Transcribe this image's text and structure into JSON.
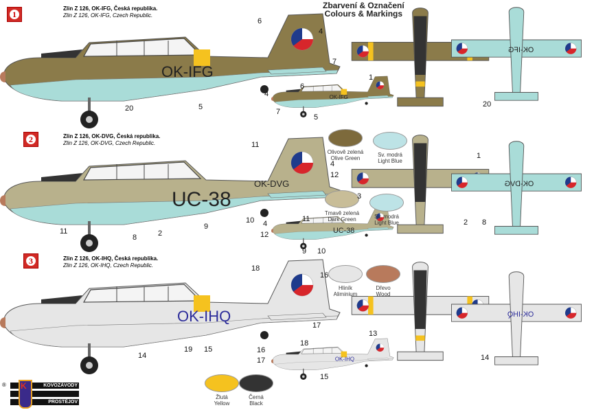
{
  "title": {
    "cz": "Zbarvení & Označení",
    "en": "Colours & Markings"
  },
  "profiles": [
    {
      "number": "1",
      "title_cz": "Zlin Z 126, OK-IFG, Česká republika.",
      "title_en": "Zlin Z 126, OK-IFG, Czech Republic.",
      "registration": "OK-IFG",
      "upper_color": "#8b7b4a",
      "lower_color": "#a9dcd8",
      "band_color": "#f5c21f",
      "callouts": [
        "6",
        "4",
        "7",
        "5",
        "20",
        "1",
        "20",
        "6",
        "4",
        "7",
        "5"
      ]
    },
    {
      "number": "2",
      "title_cz": "Zlin Z 126, OK-DVG, Česká republika.",
      "title_en": "Zlin Z 126, OK-DVG, Czech Republic.",
      "registration": "OK-DVG",
      "military_code": "UC-38",
      "upper_color": "#b8b18c",
      "lower_color": "#a9dcd8",
      "callouts": [
        "11",
        "4",
        "12",
        "3",
        "1",
        "2",
        "8",
        "9",
        "10",
        "11",
        "2",
        "8",
        "11",
        "4",
        "12",
        "9",
        "10"
      ]
    },
    {
      "number": "3",
      "title_cz": "Zlin Z 126, OK-IHQ, Česká republika.",
      "title_en": "Zlin Z 126, OK-IHQ, Czech Republic.",
      "registration": "OK-IHQ",
      "upper_color": "#e6e6e6",
      "lower_color": "#e6e6e6",
      "band_color": "#f5c21f",
      "callouts": [
        "18",
        "16",
        "17",
        "19",
        "15",
        "14",
        "13",
        "14",
        "18",
        "16",
        "17",
        "15"
      ]
    }
  ],
  "colours": [
    {
      "cz": "Olivově zelená",
      "en": "Olive Green",
      "hex": "#7d6a3c"
    },
    {
      "cz": "Sv. modrá",
      "en": "Light Blue",
      "hex": "#bde3e6"
    },
    {
      "cz": "Tmavě zelená",
      "en": "Dark Green",
      "hex": "#c8bd98"
    },
    {
      "cz": "Sv. modrá",
      "en": "Light Blue",
      "hex": "#bde3e6"
    },
    {
      "cz": "Hliník",
      "en": "Aliminium",
      "hex": "#e6e6e6"
    },
    {
      "cz": "Dřevo",
      "en": "Wood",
      "hex": "#b87a5c"
    },
    {
      "cz": "Žlutá",
      "en": "Yellow",
      "hex": "#f5c21f"
    },
    {
      "cz": "Černá",
      "en": "Black",
      "hex": "#333333"
    }
  ],
  "logo": {
    "top": "KOVOZÁVODY",
    "bottom": "PROSTĚJOV",
    "mark": "K",
    "registered": "®"
  }
}
